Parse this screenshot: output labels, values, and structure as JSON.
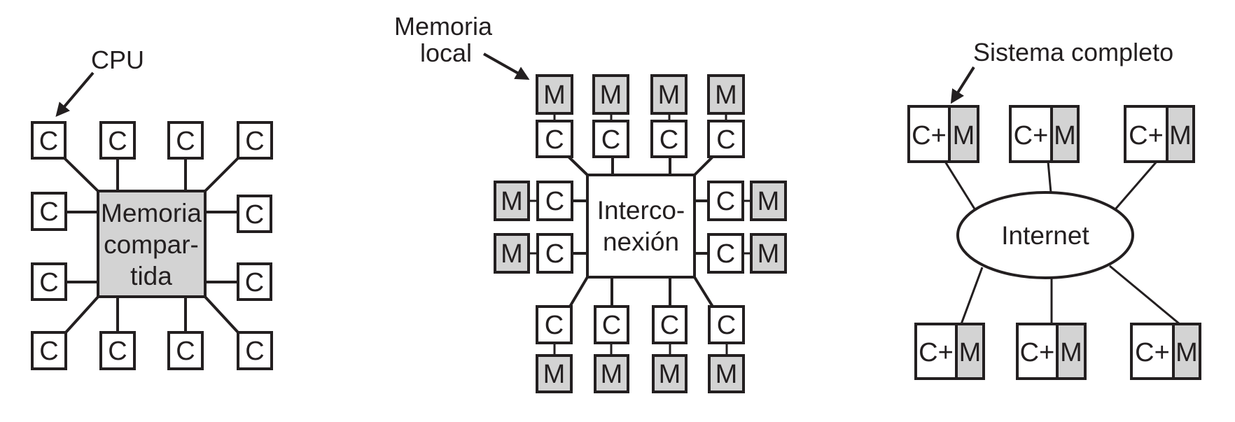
{
  "diagrams": [
    {
      "id": "shared-memory",
      "title": "Multiprocesador de memoria compartida",
      "annotation": "CPU",
      "center_label_lines": [
        "Memoria",
        "compar-",
        "tida"
      ],
      "node_label": "C",
      "node_count": 12
    },
    {
      "id": "message-passing",
      "title": "Multicomputadora con paso de mensajes",
      "annotation_lines": [
        "Memoria",
        "local"
      ],
      "center_label_lines": [
        "Interco-",
        "nexión"
      ],
      "cpu_label": "C",
      "memory_label": "M",
      "node_count": 12
    },
    {
      "id": "distributed",
      "title": "Sistema distribuido",
      "annotation": "Sistema completo",
      "center_label": "Internet",
      "cpu_label": "C+",
      "memory_label": "M",
      "node_count": 6
    }
  ],
  "colors": {
    "stroke": "#231f20",
    "memory_fill": "#d3d3d3",
    "cpu_fill": "#ffffff"
  }
}
